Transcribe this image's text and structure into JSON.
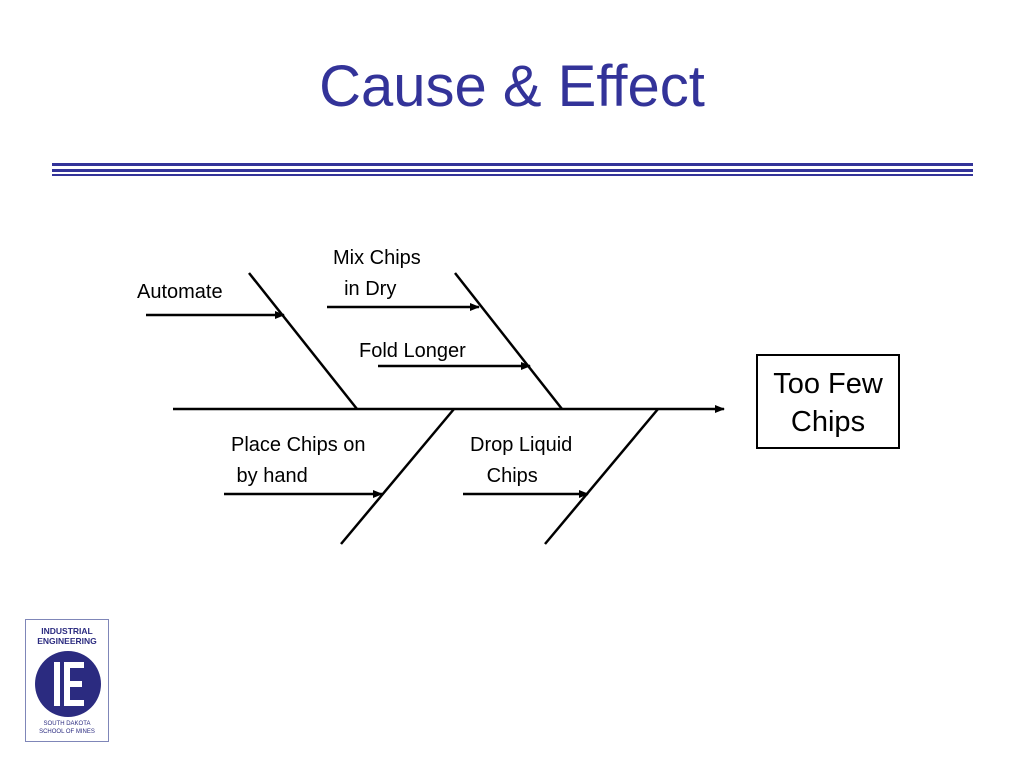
{
  "slide": {
    "title": "Cause & Effect"
  },
  "fishbone": {
    "effect": {
      "line1": "Too Few",
      "line2": "Chips"
    },
    "causes": [
      {
        "line1": "Automate"
      },
      {
        "line1": "Mix Chips",
        "line2": "  in Dry"
      },
      {
        "line1": "Fold Longer"
      },
      {
        "line1": "Place Chips on",
        "line2": " by hand"
      },
      {
        "line1": "Drop Liquid",
        "line2": "   Chips"
      }
    ]
  },
  "logo": {
    "top_line1": "INDUSTRIAL",
    "top_line2": "ENGINEERING",
    "bottom_line1": "SOUTH DAKOTA",
    "bottom_line2": "SCHOOL OF MINES"
  },
  "colors": {
    "title": "#333399",
    "rule": "#333399",
    "diagram": "#000000",
    "logo": "#2b2b80"
  }
}
